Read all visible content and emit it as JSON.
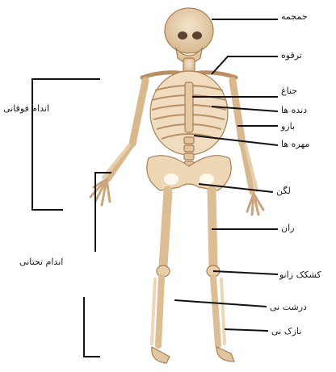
{
  "diagram": {
    "labels": {
      "skull": "جمجمه",
      "clavicle": "ترقوه",
      "sternum": "جناغ",
      "ribs": "دنده ها",
      "humerus": "بازو",
      "vertebrae": "مهره ها",
      "pelvis": "لگن",
      "femur": "ران",
      "patella": "کشکک زانو",
      "tibia": "درشت نی",
      "fibula": "نازک نی",
      "upper_limb": "اندام فوقانی",
      "lower_limb": "اندام تحتانی"
    },
    "colors": {
      "bone": "#e9d2b1",
      "bone_shade": "#b98f63",
      "line": "#111111",
      "text": "#1a1a1a"
    }
  }
}
